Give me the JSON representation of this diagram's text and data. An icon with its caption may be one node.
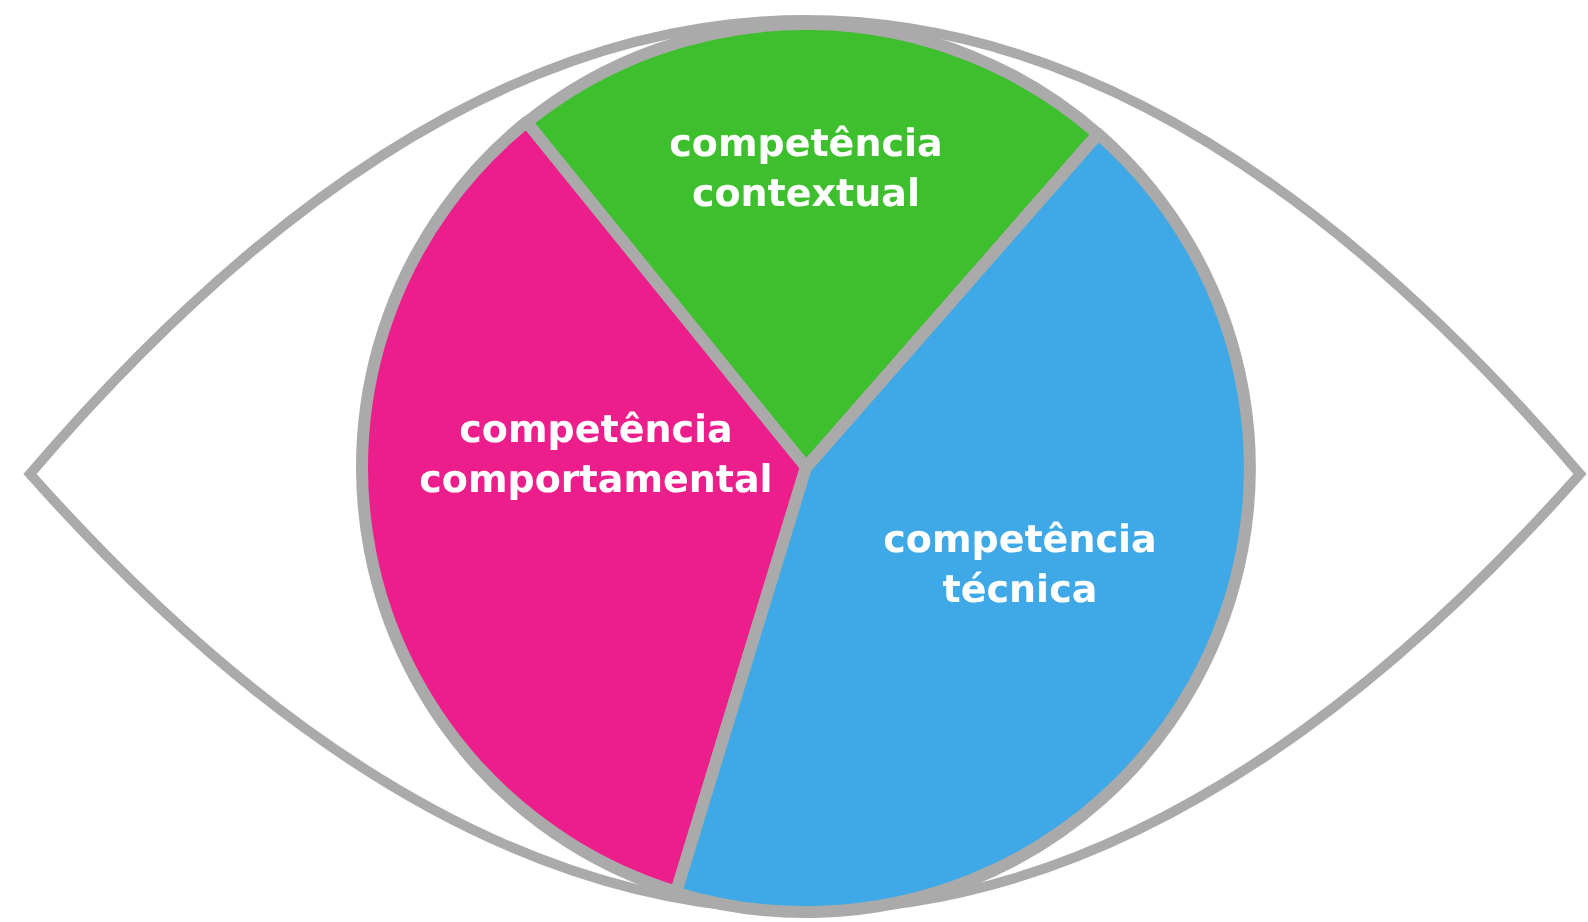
{
  "diagram": {
    "nodes": [
      {
        "text": [
          "competência contextual"
        ]
      },
      {
        "text": [
          "competência comportamental"
        ]
      },
      {
        "text": [
          "competência técnica"
        ]
      }
    ]
  }
}
